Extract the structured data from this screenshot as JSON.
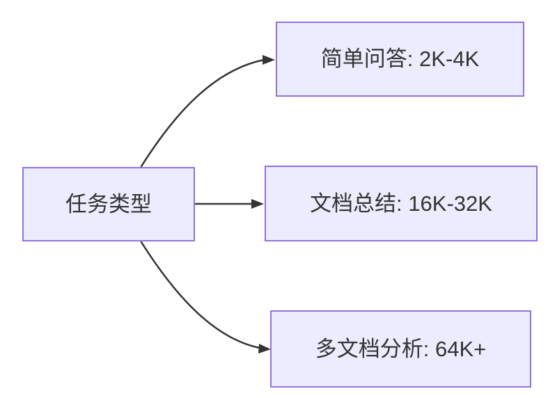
{
  "diagram": {
    "type": "flowchart",
    "direction": "left-to-right",
    "nodes": {
      "root": {
        "label": "任务类型"
      },
      "branch1": {
        "label": "简单问答: 2K-4K"
      },
      "branch2": {
        "label": "文档总结: 16K-32K"
      },
      "branch3": {
        "label": "多文档分析: 64K+"
      }
    },
    "edges": [
      {
        "from": "任务类型",
        "to": "简单问答: 2K-4K"
      },
      {
        "from": "任务类型",
        "to": "文档总结: 16K-32K"
      },
      {
        "from": "任务类型",
        "to": "多文档分析: 64K+"
      }
    ],
    "colors": {
      "node_fill": "#ECECFF",
      "node_border": "#9370DB",
      "arrow": "#333333",
      "text": "#333333",
      "background": "#FFFFFF"
    }
  }
}
